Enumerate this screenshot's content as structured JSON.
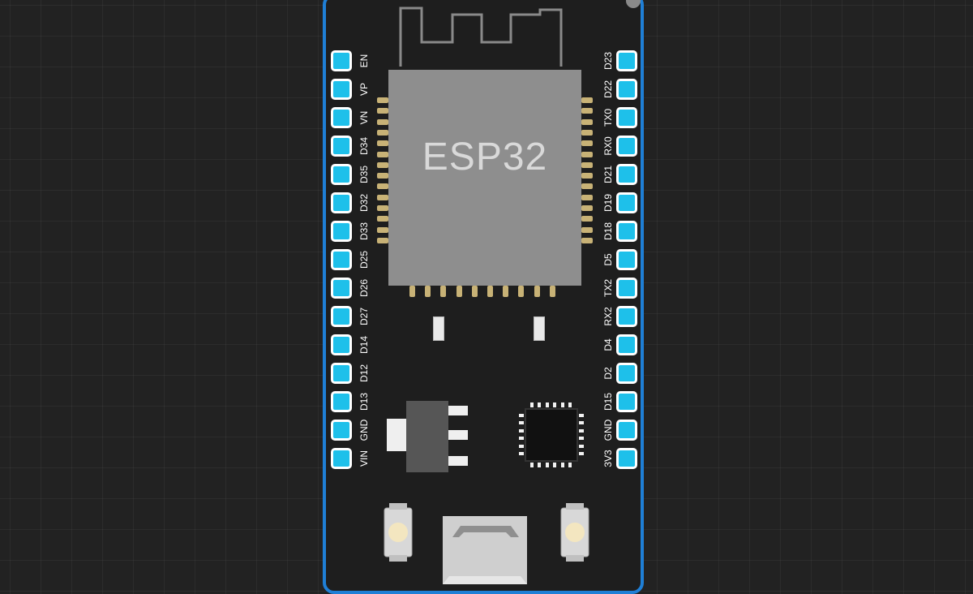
{
  "board": {
    "chip_label": "ESP32",
    "colors": {
      "background": "#222222",
      "board_fill": "#1e1e1e",
      "board_outline": "#1f7fd6",
      "pin_fill": "#1ec0ea",
      "pin_border": "#ffffff",
      "chip_fill": "#8e8e8e",
      "chip_text": "#d9d9d9",
      "pad_gold": "#c8b276"
    },
    "left_pins": [
      "EN",
      "VP",
      "VN",
      "D34",
      "D35",
      "D32",
      "D33",
      "D25",
      "D26",
      "D27",
      "D14",
      "D12",
      "D13",
      "GND",
      "VIN"
    ],
    "right_pins": [
      "D23",
      "D22",
      "TX0",
      "RX0",
      "D21",
      "D19",
      "D18",
      "D5",
      "TX2",
      "RX2",
      "D4",
      "D2",
      "D15",
      "GND",
      "3V3"
    ],
    "icons": [
      "antenna-trace-icon",
      "regulator-icon",
      "usb-chip-icon",
      "push-button-icon",
      "micro-usb-port-icon"
    ]
  }
}
